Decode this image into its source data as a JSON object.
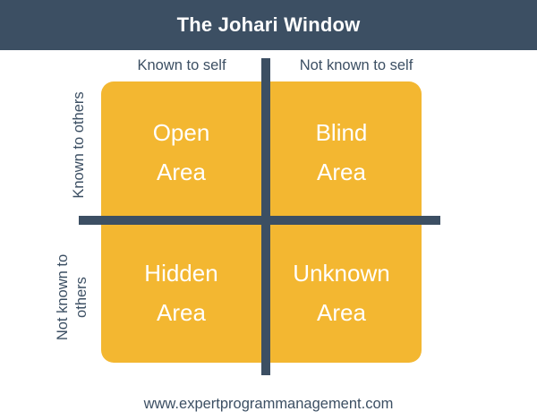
{
  "header": {
    "title": "The Johari Window",
    "background_color": "#3c4f63",
    "text_color": "#ffffff"
  },
  "axes": {
    "columns": [
      {
        "label": "Known to self"
      },
      {
        "label": "Not known to self"
      }
    ],
    "rows": [
      {
        "label": "Known to others",
        "lines": [
          "Known to others"
        ]
      },
      {
        "label": "Not known to others",
        "lines": [
          "Not known to",
          "others"
        ]
      }
    ]
  },
  "quadrants": [
    {
      "id": "open",
      "lines": [
        "Open",
        "Area"
      ],
      "known_to_self": true,
      "known_to_others": true
    },
    {
      "id": "blind",
      "lines": [
        "Blind",
        "Area"
      ],
      "known_to_self": false,
      "known_to_others": true
    },
    {
      "id": "hidden",
      "lines": [
        "Hidden",
        "Area"
      ],
      "known_to_self": true,
      "known_to_others": false
    },
    {
      "id": "unknown",
      "lines": [
        "Unknown",
        "Area"
      ],
      "known_to_self": false,
      "known_to_others": false
    }
  ],
  "footer": {
    "url": "www.expertprogrammanagement.com"
  },
  "colors": {
    "quadrant_fill": "#f3b731",
    "divider": "#3c4f63",
    "label_text": "#3c4f63",
    "quadrant_text": "#ffffff",
    "page_background": "#ffffff"
  }
}
